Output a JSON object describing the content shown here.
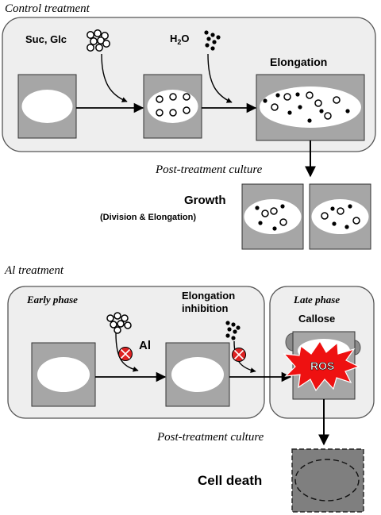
{
  "control": {
    "title": "Control treatment",
    "sugar_label": "Suc, Glc",
    "water_label_main": "H",
    "water_label_sub": "2",
    "water_label_end": "O",
    "elongation_label": "Elongation"
  },
  "post_culture_1": "Post-treatment culture",
  "growth": {
    "title": "Growth",
    "subtitle": "(Division & Elongation)"
  },
  "al": {
    "title": "Al treatment",
    "early_phase": "Early phase",
    "late_phase": "Late phase",
    "inhibition_line1": "Elongation",
    "inhibition_line2": "inhibition",
    "al_label": "Al",
    "callose_label": "Callose",
    "ros_label": "ROS"
  },
  "post_culture_2": "Post-treatment culture",
  "cell_death": "Cell death",
  "colors": {
    "panel_fill": "#eeeeee",
    "cell_fill": "#a6a6a6",
    "vacuole_fill": "#ffffff",
    "inhibitor_red": "#dd2222",
    "ros_red": "#ee1111",
    "dead_cell_fill": "#7f7f7f"
  }
}
